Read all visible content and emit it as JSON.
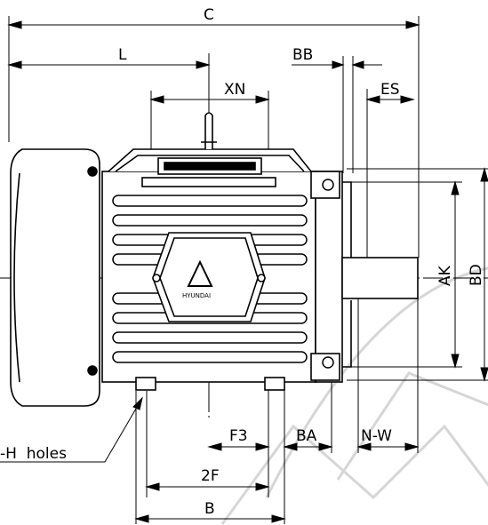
{
  "dimensions": {
    "overall_length": "C",
    "shaft_side_length": "L",
    "terminal_box_span": "XN",
    "bb": "BB",
    "es": "ES",
    "ak": "AK",
    "bd": "BD",
    "f3": "F3",
    "ba": "BA",
    "n_w": "N-W",
    "foot_spacing": "2F",
    "base_length": "B"
  },
  "callout": {
    "holes": "-H  holes"
  },
  "nameplate": {
    "brand": "HYUNDAI"
  },
  "colors": {
    "line": "#000000",
    "watermark": "#c8c8c8"
  }
}
